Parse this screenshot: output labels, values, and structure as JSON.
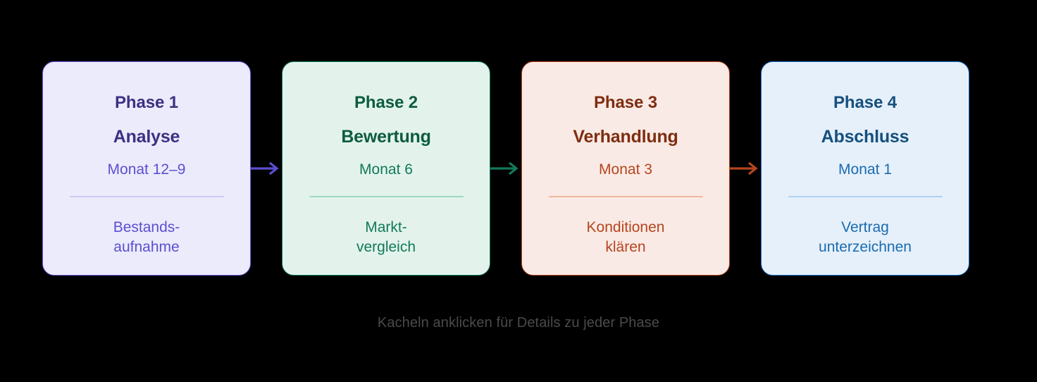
{
  "background": "#000000",
  "phases": [
    {
      "title": "Phase 1",
      "name": "Analyse",
      "timing": "Monat 12–9",
      "description": "Bestands-\naufnahme",
      "fill": "#ecebfb",
      "border": "#6a5ae0",
      "title_color": "#3b3183",
      "accent_color": "#5b4fd0",
      "divider_color": "#cdc9f2"
    },
    {
      "title": "Phase 2",
      "name": "Bewertung",
      "timing": "Monat 6",
      "description": "Markt-\nvergleich",
      "fill": "#e3f3ec",
      "border": "#0f7a5a",
      "title_color": "#0d5c3f",
      "accent_color": "#12795a",
      "divider_color": "#9ed7c2"
    },
    {
      "title": "Phase 3",
      "name": "Verhandlung",
      "timing": "Monat 3",
      "description": "Konditionen\nklären",
      "fill": "#faeae5",
      "border": "#b5431d",
      "title_color": "#7e2d10",
      "accent_color": "#b5451f",
      "divider_color": "#f0b79c"
    },
    {
      "title": "Phase 4",
      "name": "Abschluss",
      "timing": "Monat 1",
      "description": "Vertrag\nunterzeichnen",
      "fill": "#e6f0fa",
      "border": "#1d6ec4",
      "title_color": "#15507f",
      "accent_color": "#1a6bb0",
      "divider_color": "#aed1ee"
    }
  ],
  "arrows": [
    {
      "name": "arrow-phase1-to-phase2",
      "color": "#5b4fd0"
    },
    {
      "name": "arrow-phase2-to-phase3",
      "color": "#12795a"
    },
    {
      "name": "arrow-phase3-to-phase4",
      "color": "#b5451f"
    }
  ],
  "caption": {
    "text": "Kacheln anklicken für Details zu jeder Phase",
    "color": "#4a4a4a"
  }
}
